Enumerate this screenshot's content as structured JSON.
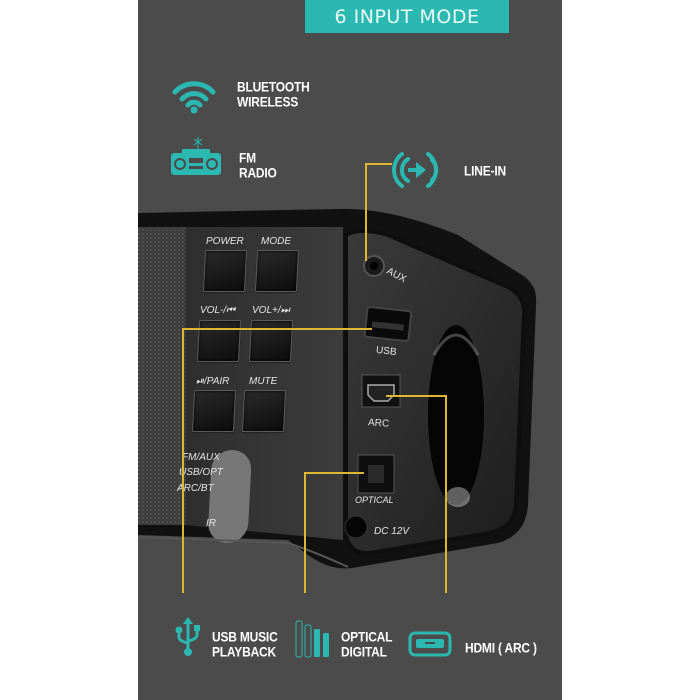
{
  "banner": {
    "title": "6 INPUT MODE",
    "color": "#2bb8b0"
  },
  "features": {
    "bluetooth": {
      "line1": "BLUETOOTH",
      "line2": "WIRELESS",
      "icon": "wifi-signal-icon"
    },
    "fm_radio": {
      "line1": "FM",
      "line2": "RADIO",
      "icon": "boombox-radio-icon"
    },
    "line_in": {
      "line1": "LINE-IN",
      "icon": "audio-in-arrow-icon"
    },
    "usb": {
      "line1": "USB MUSIC",
      "line2": "PLAYBACK",
      "icon": "usb-icon"
    },
    "optical": {
      "line1": "OPTICAL",
      "line2": "DIGITAL",
      "icon": "optical-bars-icon"
    },
    "hdmi": {
      "line1": "HDMI ( ARC )",
      "icon": "hdmi-port-icon"
    }
  },
  "control_panel": {
    "buttons": [
      {
        "label": "POWER"
      },
      {
        "label": "MODE"
      },
      {
        "label": "VOL-/⏮"
      },
      {
        "label": "VOL+/⏭"
      },
      {
        "label": "⏯/PAIR"
      },
      {
        "label": "MUTE"
      }
    ],
    "mode_labels": [
      "FM/AUX",
      "USB/OPT",
      "ARC/BT"
    ],
    "ir_label": "IR"
  },
  "ports": {
    "aux": "AUX",
    "usb": "USB",
    "arc": "ARC",
    "optical": "OPTICAL",
    "dc": "DC 12V"
  },
  "colors": {
    "background_panel": "#4b4b4b",
    "accent_teal": "#2bb8b0",
    "callout_line": "#e0b531"
  }
}
